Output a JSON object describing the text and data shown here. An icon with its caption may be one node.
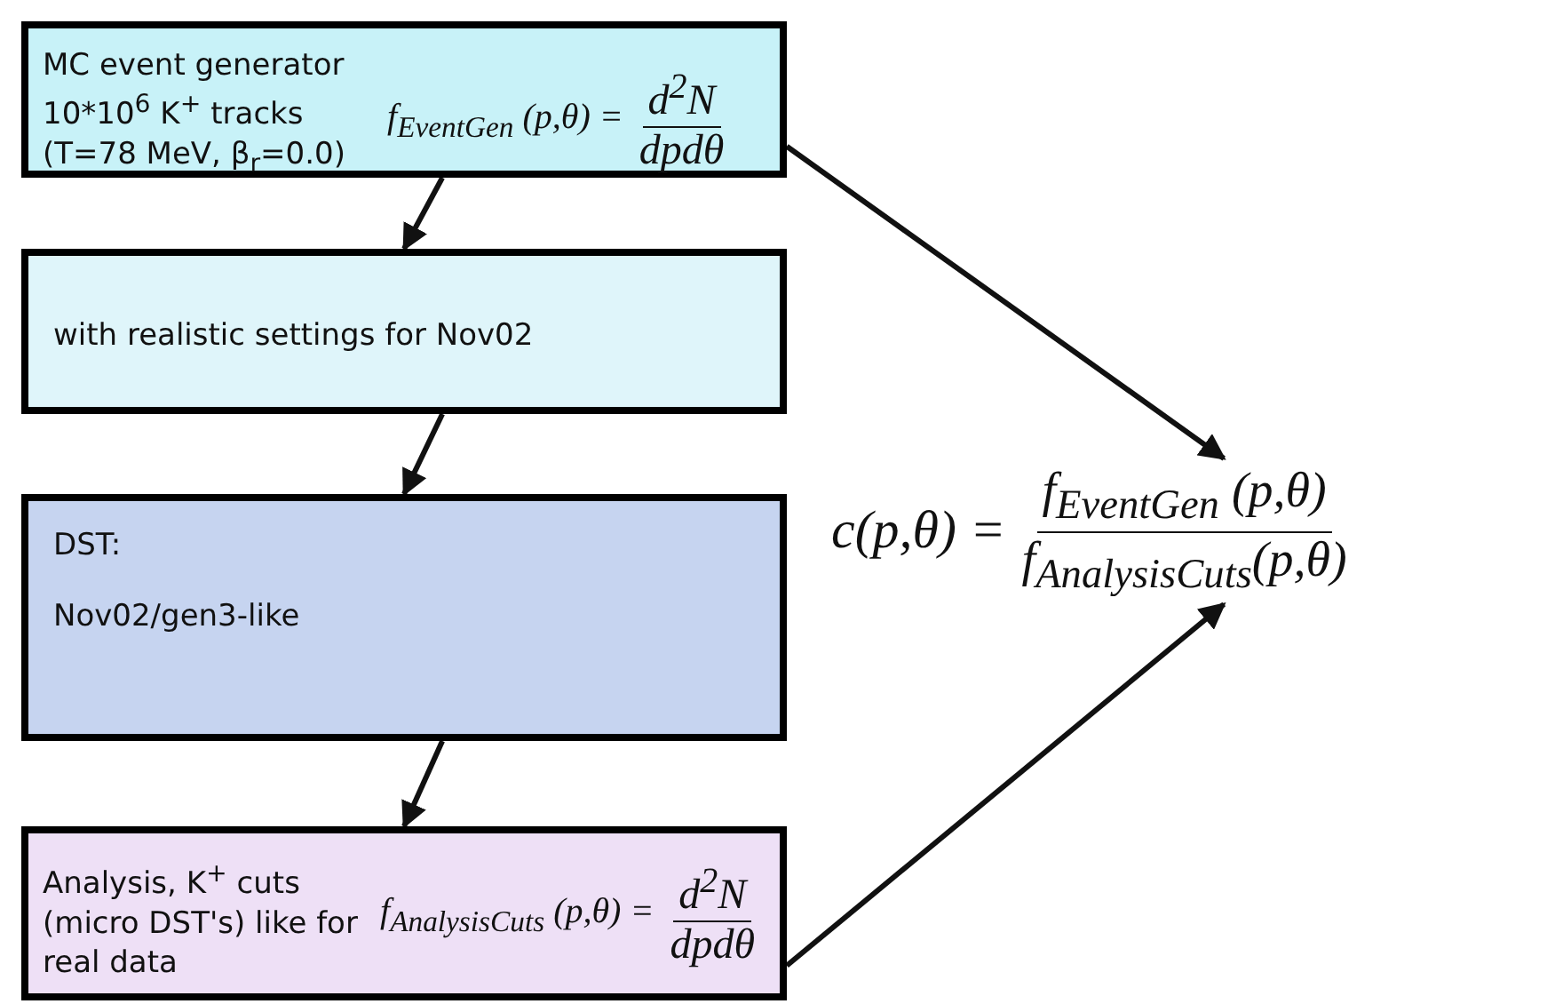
{
  "diagram": {
    "nodes": [
      {
        "text": [
          "MC event generator 10*10$^{6}$ K$^{+}$ tracks (T=78 MeV, β$_{r}$=0.0)",
          "f$_{EventGen}$ (p,θ) =",
          "d$^{2}$N",
          "dpdθ"
        ]
      },
      {
        "text": [
          "with realistic settings for Nov02"
        ]
      },
      {
        "text": [
          "DST:",
          "Nov02/gen3-like"
        ]
      },
      {
        "text": [
          "Analysis, K$^{+}$ cuts (micro DST's) like for real data",
          "f$_{AnalysisCuts}$ (p,θ) =",
          "d$^{2}$N",
          "dpdθ"
        ]
      },
      {
        "text": [
          "c(p,θ) =",
          "f$_{EventGen}$ (p,θ)",
          "f$_{AnalysisCuts}$(p,θ)"
        ]
      }
    ],
    "edges": [
      {
        "from": 0,
        "to": 1,
        "arrow": "to"
      },
      {
        "from": 1,
        "to": 2,
        "arrow": "to"
      },
      {
        "from": 2,
        "to": 3,
        "arrow": "to"
      },
      {
        "from": 0,
        "to": 4,
        "arrow": "to"
      },
      {
        "from": 3,
        "to": 4,
        "arrow": "to"
      }
    ]
  }
}
